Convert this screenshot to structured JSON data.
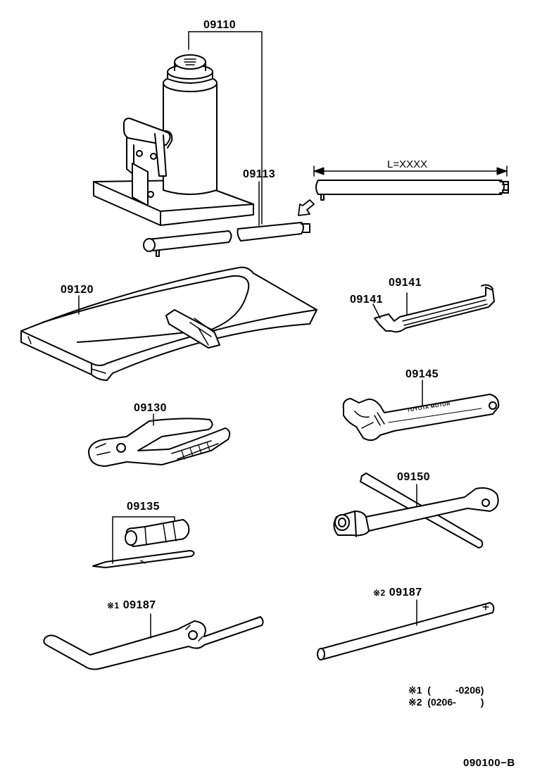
{
  "parts": {
    "jack": "09110",
    "jack_handle": "09113",
    "tool_bag": "09120",
    "wrench_a": "09141",
    "wrench_b": "09141",
    "adjustable_wrench": "09145",
    "pliers": "09130",
    "lug_wrench": "09150",
    "screwdriver": "09135",
    "handle_1_mark": "※1",
    "handle_1": "09187",
    "handle_2_mark": "※2",
    "handle_2": "09187"
  },
  "dimension_label": "L=XXXX",
  "wrench_brand_text": "TOYOTA MOTOR",
  "notes": {
    "note_1": "※1  (         -0206)",
    "note_2": "※2  (0206-         )"
  },
  "diagram_code": "090100−B"
}
